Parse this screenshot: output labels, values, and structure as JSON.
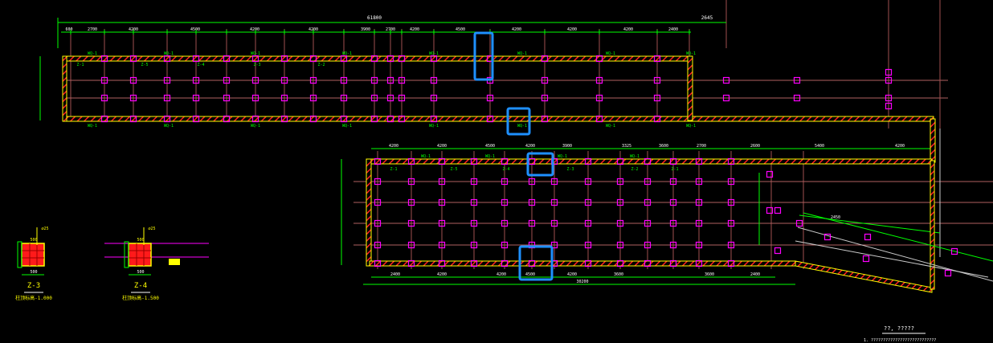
{
  "drawing": {
    "title": "??, ?????",
    "note": "1. ???????????????????????????",
    "colors": {
      "background": "#000000",
      "wall": "#ff2020",
      "wall_edge": "#ffff00",
      "dimension": "#00ff00",
      "column": "#ff00ff",
      "grid": "#a05050",
      "axis": "#ffffff",
      "highlight": "#1e90ff",
      "text": "#ffffff",
      "label": "#ffff00"
    },
    "top_overall_dim": "61800",
    "top_right_dim": "2645",
    "top_dims": [
      "600",
      "2700",
      "4200",
      "4500",
      "4200",
      "4200",
      "3900",
      "2700",
      "4200",
      "4500",
      "4200",
      "4200",
      "4200",
      "2400"
    ],
    "lower_dims": [
      "4200",
      "4200",
      "4500",
      "4200",
      "3900",
      "3325",
      "3600",
      "2700",
      "2600",
      "5400",
      "4200"
    ],
    "lower_bottom_dims": [
      "2400",
      "4200",
      "4200",
      "4500",
      "4200",
      "3600",
      "3600",
      "2400"
    ],
    "lower_overall_dim": "30200",
    "slant_dim": "2450",
    "wall_tags": [
      "WQ-1",
      "WQ-1",
      "WQ-1",
      "WQ-1",
      "WQ-1",
      "WQ-1",
      "WQ-1",
      "WQ-1",
      "WQ-1",
      "WQ-1"
    ],
    "column_tags": [
      "Z-1",
      "Z-5",
      "Z-4",
      "Z-3",
      "Z-2"
    ],
    "details": [
      {
        "name": "Z-3",
        "size_top": "500",
        "size_bottom": "500",
        "level": "柱顶标高-1.000"
      },
      {
        "name": "Z-4",
        "size_top": "500",
        "size_bottom": "500",
        "level": "柱顶标高-1.500"
      }
    ]
  }
}
